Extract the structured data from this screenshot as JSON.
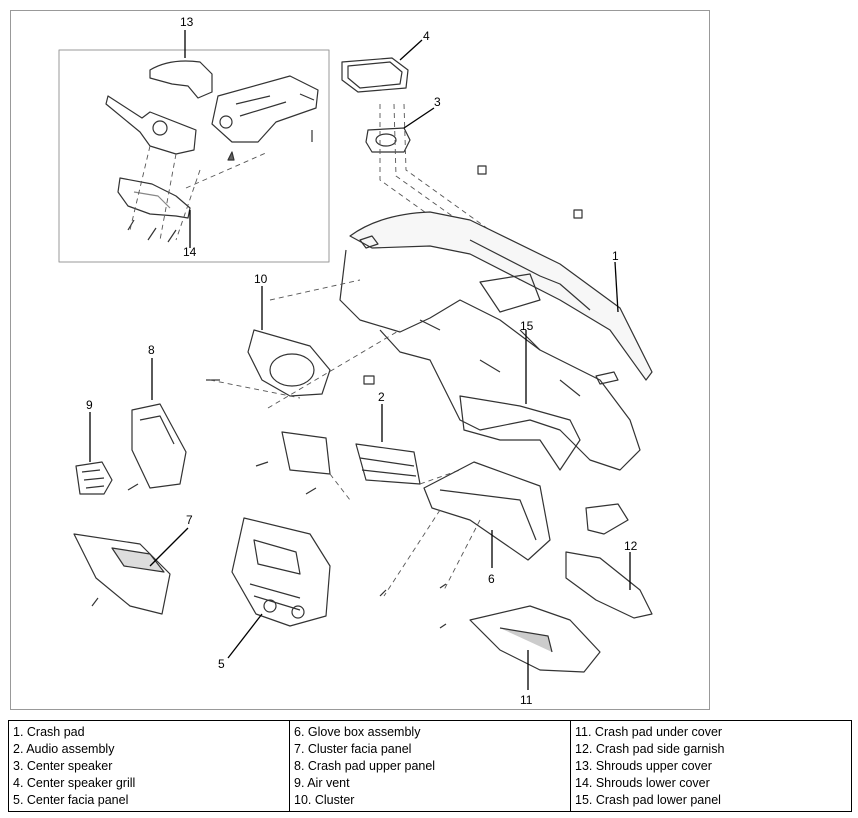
{
  "callouts": [
    "1",
    "2",
    "3",
    "4",
    "5",
    "6",
    "7",
    "8",
    "9",
    "10",
    "11",
    "12",
    "13",
    "14",
    "15"
  ],
  "legend": {
    "col1": [
      "1. Crash pad",
      "2. Audio assembly",
      "3. Center speaker",
      "4. Center speaker grill",
      "5. Center facia panel"
    ],
    "col2": [
      "6. Glove box assembly",
      "7. Cluster facia panel",
      "8. Crash pad upper panel",
      "9. Air vent",
      "10. Cluster"
    ],
    "col3": [
      "11. Crash pad under cover",
      "12. Crash pad side garnish",
      "13. Shrouds upper cover",
      "14. Shrouds lower cover",
      "15. Crash pad lower panel"
    ]
  },
  "colors": {
    "line": "#333333",
    "frame": "#999999",
    "dash": "#555555",
    "shade": "#bbbbbb"
  }
}
